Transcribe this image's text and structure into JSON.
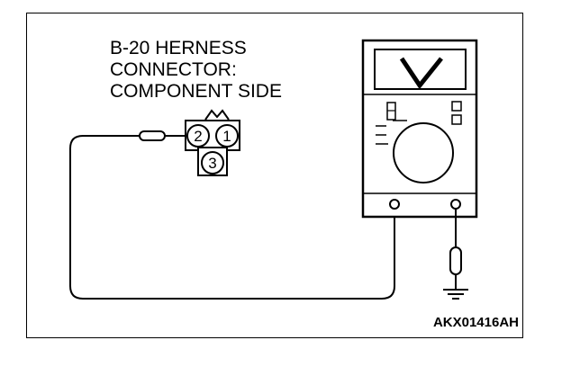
{
  "connector": {
    "caption_line1": "B-20 HERNESS",
    "caption_line2": "CONNECTOR:",
    "caption_line3": "COMPONENT SIDE",
    "pins": [
      "2",
      "1",
      "3"
    ]
  },
  "figure_id": "AKX01416AH",
  "colors": {
    "ink": "#000000",
    "background": "#ffffff"
  }
}
